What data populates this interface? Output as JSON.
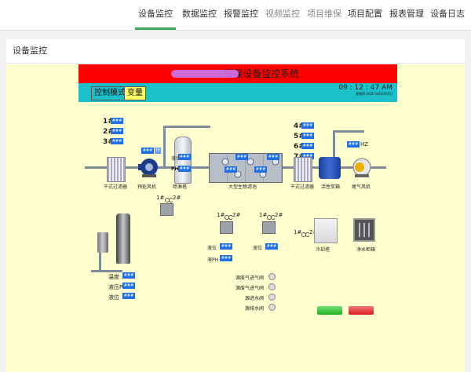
{
  "nav": {
    "tabs": [
      {
        "label": "设备监控",
        "active": true
      },
      {
        "label": "数据监控"
      },
      {
        "label": "报警监控"
      },
      {
        "label": "视频监控",
        "dim": true
      },
      {
        "label": "项目维保",
        "dim": true
      },
      {
        "label": "项目配置"
      },
      {
        "label": "报表管理"
      },
      {
        "label": "设备日志"
      }
    ]
  },
  "panel": {
    "title": "设备监控"
  },
  "scada": {
    "title": "环保设备监控系统",
    "mode_label": "控制模式",
    "mode_value": "变量",
    "time": "09 : 12 : 47 AM",
    "date": "星期四  2020 年03月05日",
    "placeholder": "###",
    "filters_left": [
      "1#",
      "2#",
      "3#"
    ],
    "filters_right": [
      "4#",
      "5#",
      "6#",
      "7#"
    ],
    "hz_label": "HZ",
    "equipment": {
      "dry_filter_1": "干式过滤器",
      "fan": "预处风机",
      "spray_tower": "喷淋塔",
      "bio_filter": "大型生物滤池",
      "dry_filter_2": "干式过滤器",
      "adsorber": "活性炭箱",
      "exhaust_fan": "尾气风机",
      "cooling_tower": "冷却塔",
      "water_cabinet": "净水柜箱"
    },
    "spray_labels": {
      "level": "液位",
      "ph": "PH"
    },
    "pump_labels": [
      "1#",
      "2#"
    ],
    "mid_readings": [
      {
        "label": "液位"
      },
      {
        "label": "液PH"
      }
    ],
    "right_reading": {
      "label": "液位"
    },
    "tank_readings": [
      {
        "label": "温度"
      },
      {
        "label": "液压Pa"
      },
      {
        "label": "液位"
      }
    ],
    "valves": [
      "源废气进气阀",
      "源废气进气阀",
      "源进水阀",
      "源排水阀"
    ],
    "buttons": {
      "start_color": "#1db21d",
      "stop_color": "#d81c1c"
    }
  }
}
